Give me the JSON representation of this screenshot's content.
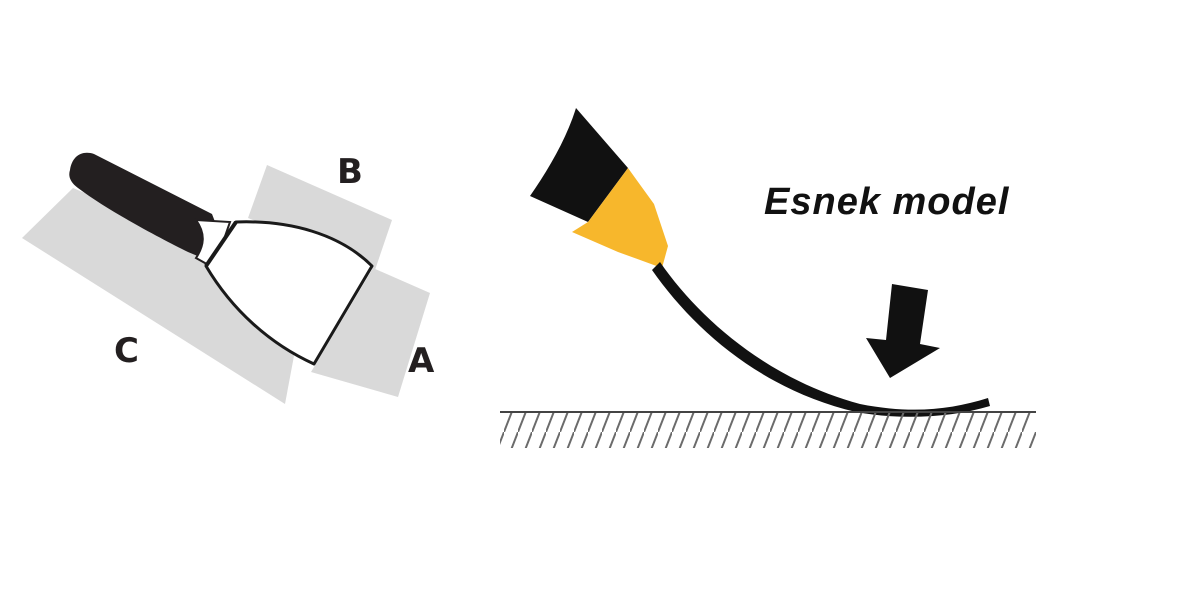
{
  "diagram": {
    "labels": {
      "a": "A",
      "b": "B",
      "c": "C",
      "model": "Esnek model"
    },
    "colors": {
      "dimension_band": "#d9d9d9",
      "handle": "#231f20",
      "brush_ferrule": "#f7b72c",
      "outline": "#1a1a1a"
    }
  }
}
